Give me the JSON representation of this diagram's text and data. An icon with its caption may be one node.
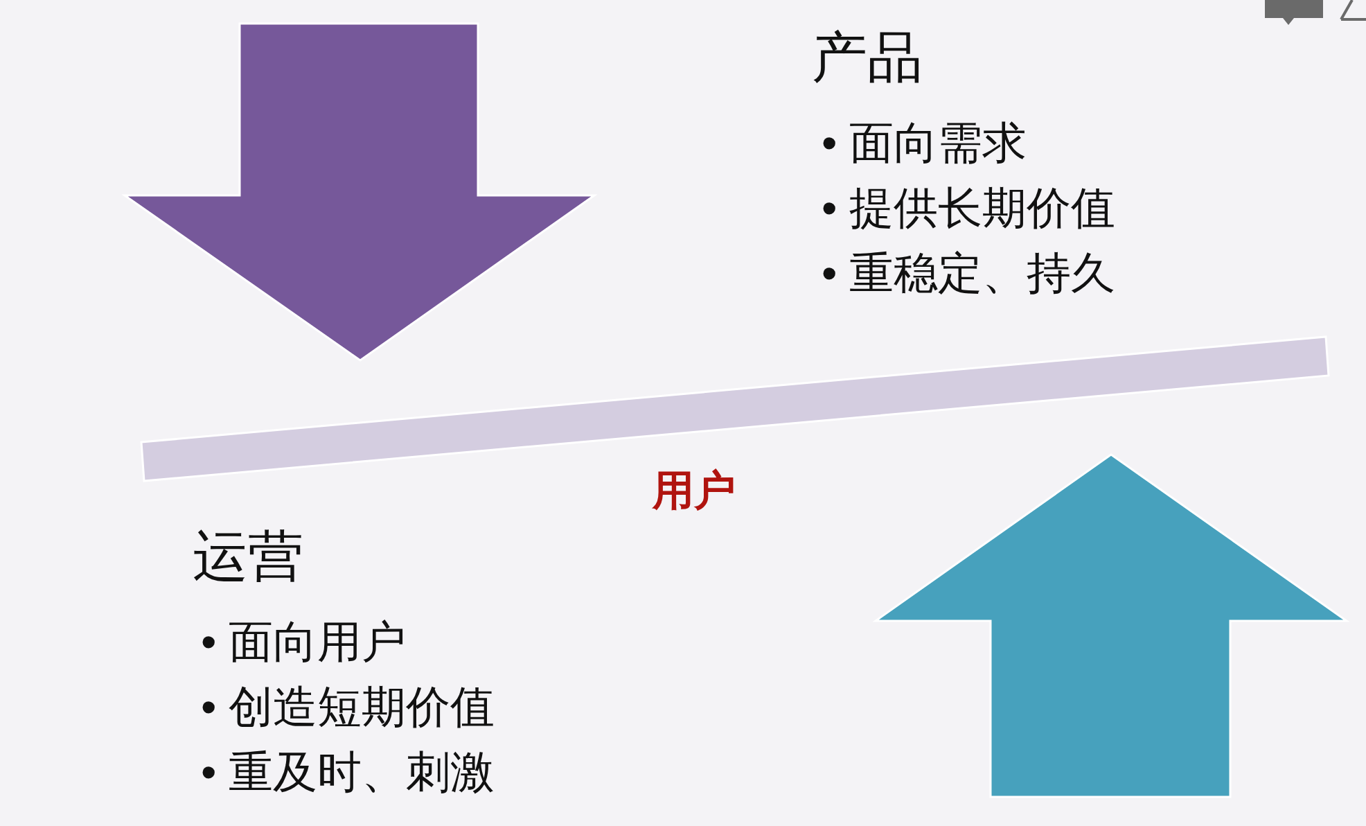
{
  "diagram": {
    "nodes": [
      {
        "text": [],
        "shape": "bar",
        "beside": [
          "用户"
        ]
      }
    ],
    "labels": [
      "产品",
      "• 面向需求",
      "• 提供长期价值",
      "• 重稳定、持久",
      "运营",
      "• 面向用户",
      "• 创造短期价值",
      "• 重及时、刺激"
    ]
  }
}
